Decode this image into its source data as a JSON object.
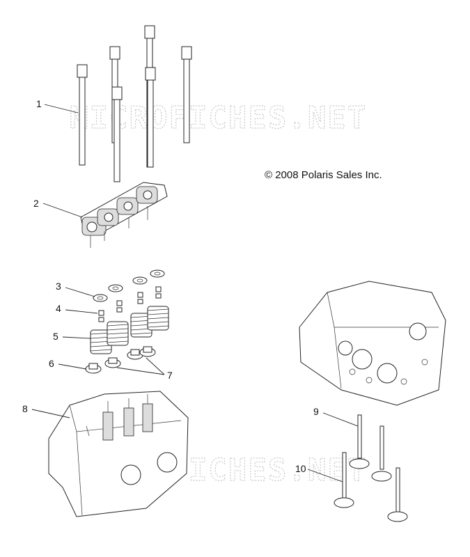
{
  "copyright": "© 2008 Polaris Sales Inc.",
  "watermark": "MICROFICHES.NET",
  "callouts": [
    {
      "id": "1",
      "label": "1"
    },
    {
      "id": "2",
      "label": "2"
    },
    {
      "id": "3",
      "label": "3"
    },
    {
      "id": "4",
      "label": "4"
    },
    {
      "id": "5",
      "label": "5"
    },
    {
      "id": "6",
      "label": "6"
    },
    {
      "id": "7",
      "label": "7"
    },
    {
      "id": "8",
      "label": "8"
    },
    {
      "id": "9",
      "label": "9"
    },
    {
      "id": "10",
      "label": "10"
    }
  ],
  "parts": [
    {
      "callout": "1",
      "icon": "head-bolt-icon"
    },
    {
      "callout": "2",
      "icon": "rocker-arm-assembly-icon"
    },
    {
      "callout": "3",
      "icon": "valve-spring-retainer-icon"
    },
    {
      "callout": "4",
      "icon": "valve-keeper-icon"
    },
    {
      "callout": "5",
      "icon": "valve-spring-icon"
    },
    {
      "callout": "6",
      "icon": "valve-seal-icon"
    },
    {
      "callout": "7",
      "icon": "valve-seal-icon"
    },
    {
      "callout": "8",
      "icon": "cylinder-head-icon"
    },
    {
      "callout": "9",
      "icon": "intake-valve-icon"
    },
    {
      "callout": "10",
      "icon": "exhaust-valve-icon"
    }
  ]
}
